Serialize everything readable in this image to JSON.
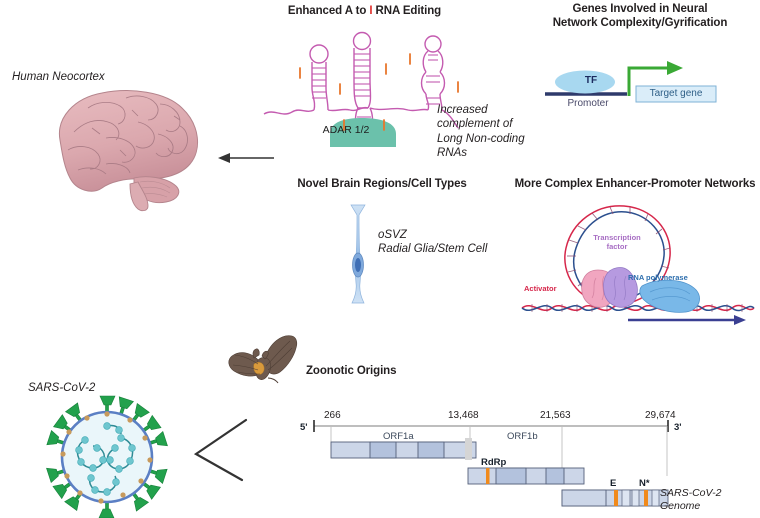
{
  "figure": {
    "title_left_brain": "Human Neocortex",
    "title_virus": "SARS-CoV-2"
  },
  "panels": {
    "rna_editing": {
      "heading_pre": "Enhanced A to ",
      "heading_i": "I",
      "heading_post": " RNA Editing",
      "enzyme_label": "ADAR 1/2",
      "note": "Increased complement of Long Non-coding RNAs",
      "note_lines": [
        "Increased",
        "complement of",
        "Long Non-coding",
        "RNAs"
      ],
      "edit_marks": 6,
      "colors": {
        "rna": "#c45bb0",
        "enzyme_fill": "#6bc1ab",
        "edit_mark": "#e8762c"
      }
    },
    "gyrification": {
      "heading_lines": [
        "Genes Involved in Neural",
        "Network Complexity/Gyrification"
      ],
      "tf_label": "TF",
      "promoter_label": "Promoter",
      "target_gene_label": "Target gene",
      "colors": {
        "tf_fill": "#a8d8f0",
        "promoter": "#2e3a6b",
        "arrow": "#3aa935",
        "gene_fill": "#daedf9",
        "gene_stroke": "#7fb2d6"
      }
    },
    "brain_regions": {
      "heading": "Novel Brain Regions/Cell Types",
      "cell_label_lines": [
        "oSVZ",
        "Radial Glia/Stem Cell"
      ],
      "colors": {
        "cell": "#b9d4ef",
        "nucleus": "#3f6fb5"
      }
    },
    "enhancer_networks": {
      "heading": "More Complex Enhancer-Promoter Networks",
      "labels": {
        "transcription_factor": "Transcription\nfactor",
        "transcription_factor_lines": [
          "Transcription",
          "factor"
        ],
        "activator": "Activator",
        "rna_polymerase": "RNA polymerase"
      },
      "colors": {
        "dna_a": "#d6264a",
        "dna_b": "#2b4f8e",
        "tf_pink": "#f1a6c0",
        "tf_purple": "#b69ae0",
        "pol_blue": "#79b8e8",
        "arrow": "#3a3f92"
      }
    },
    "zoonotic": {
      "heading": "Zoonotic Origins",
      "colors": {
        "bat": "#6e5a4e",
        "bat_body": "#d99a3c"
      }
    },
    "genome": {
      "label_lines": [
        "SARS-CoV-2",
        "Genome"
      ],
      "five_prime": "5'",
      "three_prime": "3'",
      "coordinates": [
        "266",
        "13,468",
        "21,563",
        "29,674"
      ],
      "orf_labels": [
        "ORF1a",
        "ORF1b"
      ],
      "gene_markers": [
        "RdRp",
        "E",
        "N*"
      ],
      "colors": {
        "bar_fill": "#ccd6e8",
        "bar_fill_dark": "#b3c2dd",
        "bar_stroke": "#55607a",
        "marker": "#f08a1c",
        "axis": "#7d7d7d"
      }
    },
    "virion": {
      "colors": {
        "spike": "#22a14c",
        "envelope": "#5b7fc4",
        "membrane": "#c79a5c",
        "rna": "#3fa9b4",
        "interior": "#eaf6fa"
      }
    }
  },
  "arrows": {
    "to_brain": "arrow-left-to-brain",
    "to_virus": "chevron-left-to-virus"
  }
}
